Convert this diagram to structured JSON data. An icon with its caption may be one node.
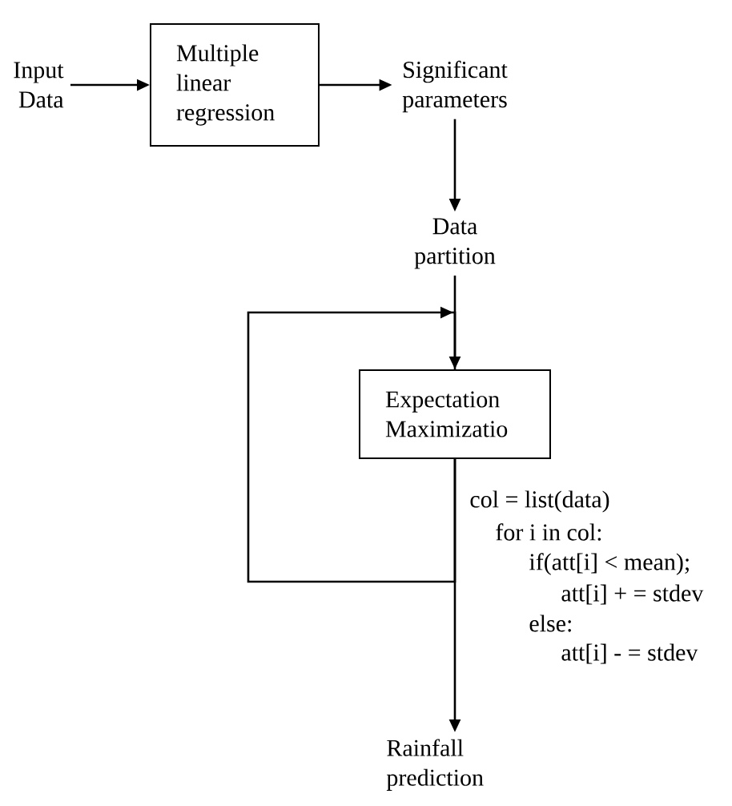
{
  "diagram": {
    "nodes": [
      {
        "text": [
          "Input Data"
        ]
      },
      {
        "text": [
          "Multiple linear regression"
        ]
      },
      {
        "text": [
          "Significant parameters"
        ]
      },
      {
        "text": [
          "Data partition"
        ]
      },
      {
        "text": [
          "Expectation Maximizatio"
        ]
      },
      {
        "text": [
          "Rainfall prediction"
        ]
      }
    ],
    "edges": [
      {
        "from": 0,
        "to": 1,
        "arrow": "to"
      },
      {
        "from": 1,
        "to": 2,
        "arrow": "to"
      },
      {
        "from": 2,
        "to": 3,
        "arrow": "to"
      },
      {
        "from": 3,
        "to": 4,
        "arrow": "to"
      },
      {
        "from": 4,
        "to": 5,
        "arrow": "to"
      },
      {
        "from": 4,
        "to": 4,
        "arrow": "to"
      }
    ],
    "labels": [
      "col = list(data)",
      "for i in col:",
      "if(att[i] < mean);",
      "att[i] + = stdev",
      "else:",
      "att[i] - = stdev"
    ]
  }
}
